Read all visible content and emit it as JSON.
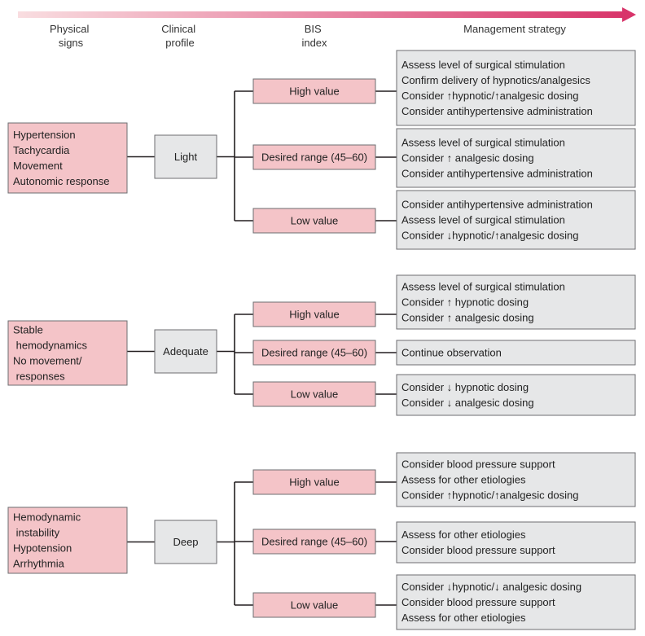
{
  "headers": {
    "physical_signs": [
      "Physical",
      "signs"
    ],
    "clinical_profile": [
      "Clinical",
      "profile"
    ],
    "bis_index": [
      "BIS",
      "index"
    ],
    "management_strategy": [
      "Management strategy"
    ]
  },
  "rows": [
    {
      "signs": [
        "Hypertension",
        "Tachycardia",
        "Movement",
        "Autonomic response"
      ],
      "profile": "Light",
      "branches": [
        {
          "bis": "High value",
          "strategy": [
            "Assess level of surgical stimulation",
            "Confirm delivery of hypnotics/analgesics",
            "Consider ↑hypnotic/↑analgesic dosing",
            "Consider antihypertensive administration"
          ]
        },
        {
          "bis": "Desired range (45–60)",
          "strategy": [
            "Assess level of surgical stimulation",
            "Consider ↑ analgesic dosing",
            "Consider antihypertensive administration"
          ]
        },
        {
          "bis": "Low value",
          "strategy": [
            "Consider antihypertensive administration",
            "Assess level of surgical stimulation",
            "Consider ↓hypnotic/↑analgesic dosing"
          ]
        }
      ]
    },
    {
      "signs": [
        "Stable",
        "  hemodynamics",
        "No movement/",
        "  responses"
      ],
      "profile": "Adequate",
      "branches": [
        {
          "bis": "High value",
          "strategy": [
            "Assess level of surgical stimulation",
            "Consider ↑ hypnotic dosing",
            "Consider ↑ analgesic dosing"
          ]
        },
        {
          "bis": "Desired range (45–60)",
          "strategy": [
            "Continue observation"
          ]
        },
        {
          "bis": "Low value",
          "strategy": [
            "Consider ↓ hypnotic dosing",
            "Consider ↓ analgesic dosing"
          ]
        }
      ]
    },
    {
      "signs": [
        "Hemodynamic",
        "  instability",
        "Hypotension",
        "Arrhythmia"
      ],
      "profile": "Deep",
      "branches": [
        {
          "bis": "High value",
          "strategy": [
            "Consider blood pressure support",
            "Assess for other etiologies",
            "Consider ↑hypnotic/↑analgesic dosing"
          ]
        },
        {
          "bis": "Desired range (45–60)",
          "strategy": [
            "Assess for other etiologies",
            "Consider blood pressure support"
          ]
        },
        {
          "bis": "Low value",
          "strategy": [
            "Consider ↓hypnotic/↓ analgesic dosing",
            "Consider blood pressure support",
            "Assess for other etiologies"
          ]
        }
      ]
    }
  ],
  "colors": {
    "pink_fill": "#f4c4c8",
    "gray_fill": "#e6e7e8",
    "stroke": "#6d6e71",
    "line": "#231f20",
    "arrow_start": "#f9dde0",
    "arrow_end": "#d8346a"
  }
}
